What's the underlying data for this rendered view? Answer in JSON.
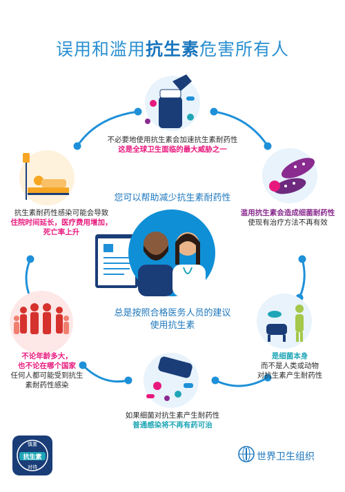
{
  "title": {
    "part1": "误用和滥用",
    "part2": "抗生素",
    "part3": "危害所有人"
  },
  "center": {
    "headline": "您可以帮助减少抗生素耐药性",
    "advice_line1": "总是按照合格医务人员的建议",
    "advice_line2": "使用抗生素"
  },
  "blocks": {
    "top": {
      "line1": "不必要地使用抗生素会加速抗生素耐药性",
      "line2": "这是全球卫生面临的最大威胁之一"
    },
    "right_top": {
      "line1": "滥用抗生素会造成细菌耐药性",
      "line2": "使现有治疗方法不再有效"
    },
    "right_bottom": {
      "line1": "是细菌本身",
      "line2": "而不是人类或动物",
      "line3": "对抗生素产生耐药性"
    },
    "bottom": {
      "line1": "如果细菌对抗生素产生耐药性",
      "line2": "普通感染将不再有药可治"
    },
    "left_bottom": {
      "line1": "不论年龄多大，",
      "line2": "也不论在哪个国家",
      "line3": "任何人都可能受到抗生",
      "line4": "素耐药性感染"
    },
    "left_top": {
      "line1": "抗生素耐药性感染可能会导致",
      "line2": "住院时间延长，医疗费用增加，",
      "line3": "死亡率上升"
    }
  },
  "badge": {
    "top": "慎重",
    "main": "抗生素",
    "bottom": "对待"
  },
  "who": {
    "name": "世界卫生组织"
  },
  "colors": {
    "title": "#2a8fd0",
    "ring": "#1e90d8",
    "pink": "#e8197d",
    "purple": "#8a2b8f",
    "cyan": "#1fa6b6"
  }
}
